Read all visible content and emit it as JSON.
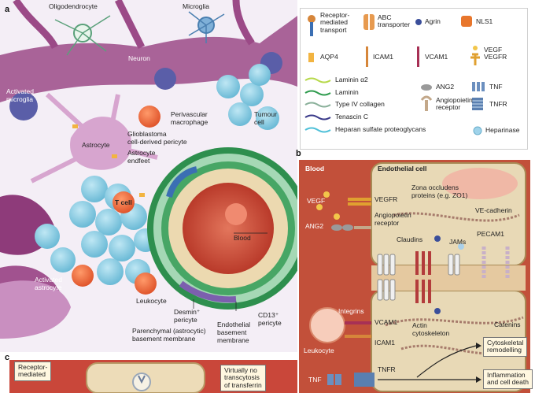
{
  "panel_a": {
    "letter": "a",
    "labels": {
      "oligodendrocyte": "Oligodendrocyte",
      "microglia": "Microglia",
      "neuron": "Neuron",
      "activated_microglia": "Activated\nmicroglia",
      "astrocyte": "Astrocyte",
      "glioblastoma_pericyte": "Glioblastoma\ncell-derived pericyte",
      "astrocyte_endfeet": "Astrocyte\nendfeet",
      "perivascular_macrophage": "Perivascular\nmacrophage",
      "tumour_cell": "Tumour\ncell",
      "t_cell": "T cell",
      "blood": "Blood",
      "activated_astrocyte": "Activated\nastrocyte",
      "leukocyte": "Leukocyte",
      "desmin_pericyte": "Desmin⁺\npericyte",
      "cd13_pericyte": "CD13⁺\npericyte",
      "parenchymal_membrane": "Parenchymal (astrocytic)\nbasement membrane",
      "endothelial_membrane": "Endothelial\nbasement\nmembrane"
    }
  },
  "legend": {
    "items": [
      {
        "icon": "receptor-mediated-transport",
        "label": "Receptor-\nmediated\ntransport"
      },
      {
        "icon": "abc-transporter",
        "label": "ABC\ntransporter"
      },
      {
        "icon": "agrin",
        "label": "Agrin"
      },
      {
        "icon": "nls1",
        "label": "NLS1"
      },
      {
        "icon": "aqp4",
        "label": "AQP4"
      },
      {
        "icon": "icam1",
        "label": "ICAM1"
      },
      {
        "icon": "vcam1",
        "label": "VCAM1"
      },
      {
        "icon": "vegf-vegfr",
        "label": "VEGF\nVEGFR"
      },
      {
        "icon": "laminin-a2",
        "label": "Laminin α2"
      },
      {
        "icon": "laminin",
        "label": "Laminin"
      },
      {
        "icon": "type-iv-collagen",
        "label": "Type IV collagen"
      },
      {
        "icon": "tenascin-c",
        "label": "Tenascin C"
      },
      {
        "icon": "heparan-sulfate",
        "label": "Heparan sulfate proteoglycans"
      },
      {
        "icon": "ang2",
        "label": "ANG2"
      },
      {
        "icon": "angiopoietin-receptor",
        "label": "Angiopoietin\nreceptor"
      },
      {
        "icon": "tnf",
        "label": "TNF"
      },
      {
        "icon": "tnfr",
        "label": "TNFR"
      },
      {
        "icon": "heparinase",
        "label": "Heparinase"
      }
    ]
  },
  "panel_b": {
    "letter": "b",
    "labels": {
      "blood": "Blood",
      "endothelial_cell": "Endothelial cell",
      "zona_occludens": "Zona occludens\nproteins (e.g. ZO1)",
      "ve_cadherin": "VE-cadherin",
      "vegf": "VEGF",
      "vegfr": "VEGFR",
      "ang2": "ANG2",
      "angiopoietin_receptor": "Angiopoietin\nreceptor",
      "claudins": "Claudins",
      "jams": "JAMs",
      "pecam1": "PECAM1",
      "integrins": "Integrins",
      "vcam1": "VCAM1",
      "icam1": "ICAM1",
      "leukocyte": "Leukocyte",
      "actin_cytoskeleton": "Actin\ncytoskeleton",
      "catenins": "Catenins",
      "cytoskeletal_remodelling": "Cytoskeletal\nremodelling",
      "tnf": "TNF",
      "tnfr": "TNFR",
      "inflammation": "Inflammation\nand cell death"
    }
  },
  "panel_c": {
    "letter": "c",
    "labels": {
      "receptor_mediated": "Receptor-\nmediated",
      "virtually_no": "Virtually no\ntranscytosis\nof transferrin"
    }
  },
  "colors": {
    "neuron_purple": "#8e3b7a",
    "astrocyte_lilac": "#c98fc0",
    "tumour_cyan": "#8fd0e6",
    "blood_red": "#c0392b",
    "vessel_green": "#3aa55b",
    "panel_b_red": "#c2503a",
    "endothelial_tan": "#e8d9b6"
  }
}
